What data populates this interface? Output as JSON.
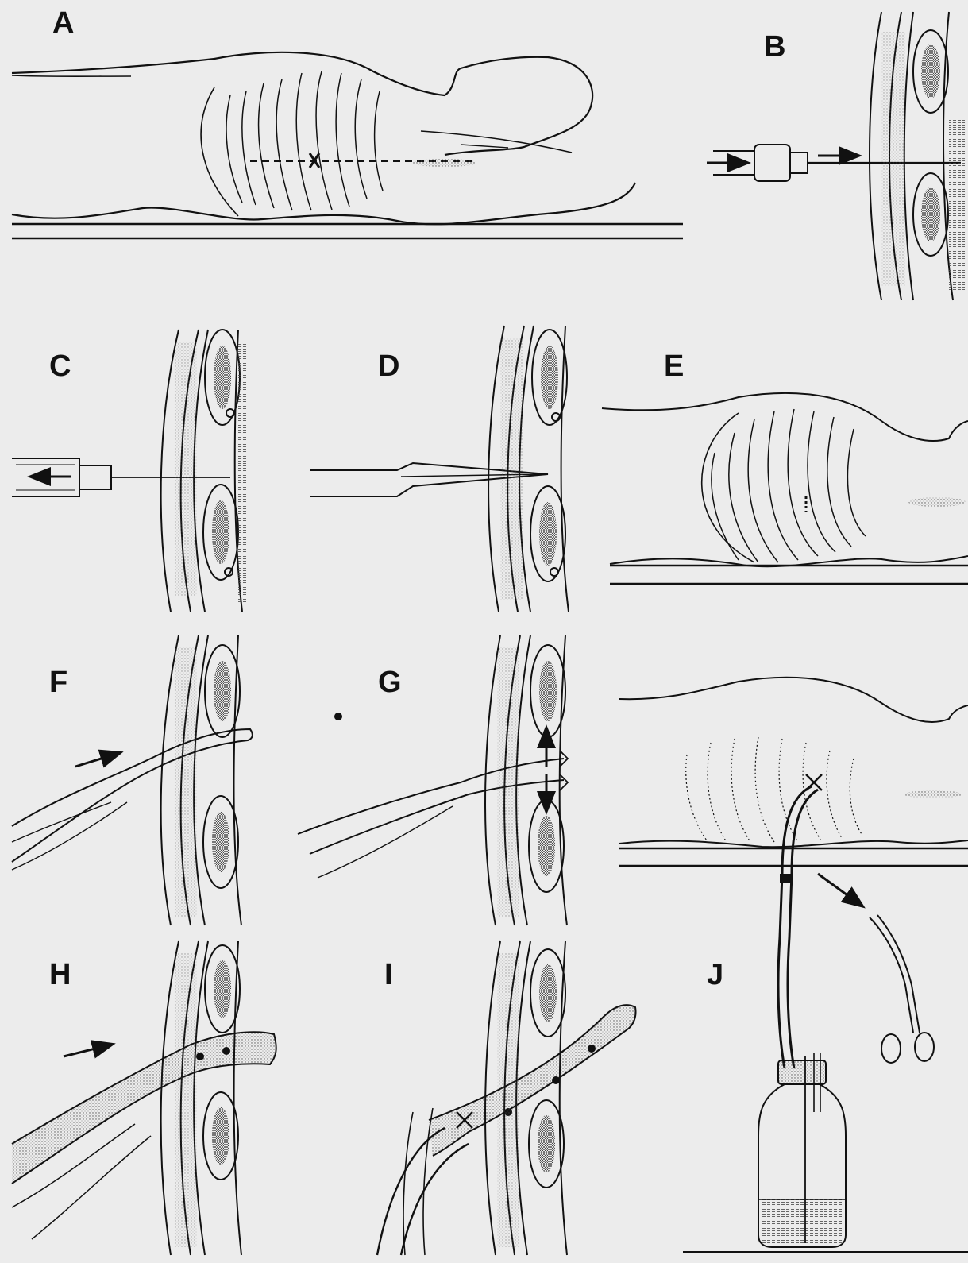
{
  "figure": {
    "panels": [
      {
        "id": "A",
        "label": "A",
        "subject": "patient-supine-side-view"
      },
      {
        "id": "B",
        "label": "B",
        "subject": "local-anesthesia-injection"
      },
      {
        "id": "C",
        "label": "C",
        "subject": "aspiration-syringe"
      },
      {
        "id": "D",
        "label": "D",
        "subject": "scalpel-incision"
      },
      {
        "id": "E",
        "label": "E",
        "subject": "patient-chest-incision-site"
      },
      {
        "id": "F",
        "label": "F",
        "subject": "clamp-insertion"
      },
      {
        "id": "G",
        "label": "G",
        "subject": "clamp-opening-spread"
      },
      {
        "id": "H",
        "label": "H",
        "subject": "tube-insertion-with-clamp"
      },
      {
        "id": "I",
        "label": "I",
        "subject": "tube-sutured-in-place"
      },
      {
        "id": "J",
        "label": "J",
        "subject": "tube-to-drainage-bottle"
      }
    ]
  },
  "colors": {
    "background": "#ececec",
    "ink": "#111111",
    "stipple": "#9a9a9a"
  }
}
